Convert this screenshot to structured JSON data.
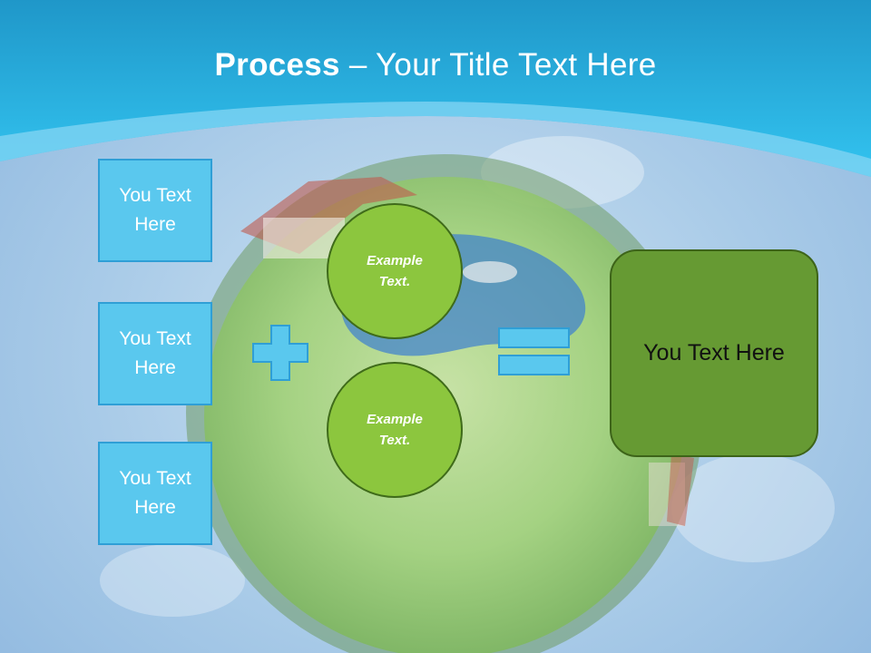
{
  "title": {
    "bold": "Process",
    "dash": " – ",
    "rest": "Your Title Text Here"
  },
  "inputs": [
    {
      "label": "You Text Here"
    },
    {
      "label": "You Text Here"
    },
    {
      "label": "You Text Here"
    }
  ],
  "circles": [
    {
      "label": "Example Text."
    },
    {
      "label": "Example Text."
    }
  ],
  "operators": {
    "plus": "plus-icon",
    "equals": "equals-icon"
  },
  "result": {
    "label": "You Text Here"
  },
  "colors": {
    "header": "#29b3e6",
    "box_fill": "#5ac8ee",
    "circle_fill": "#8cc63e",
    "result_fill": "#669a33"
  }
}
